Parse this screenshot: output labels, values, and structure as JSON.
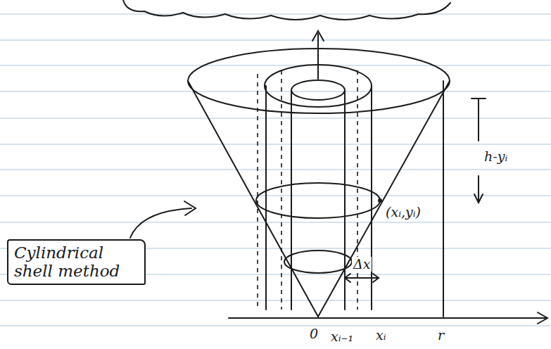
{
  "diagram": {
    "nodes": [
      {
        "text": [
          "Cylindrical shell method"
        ]
      }
    ],
    "labels": [
      "h-yᵢ",
      "(xᵢ,yᵢ)",
      "Δx",
      "0",
      "xᵢ₋₁",
      "xᵢ",
      "r"
    ]
  }
}
